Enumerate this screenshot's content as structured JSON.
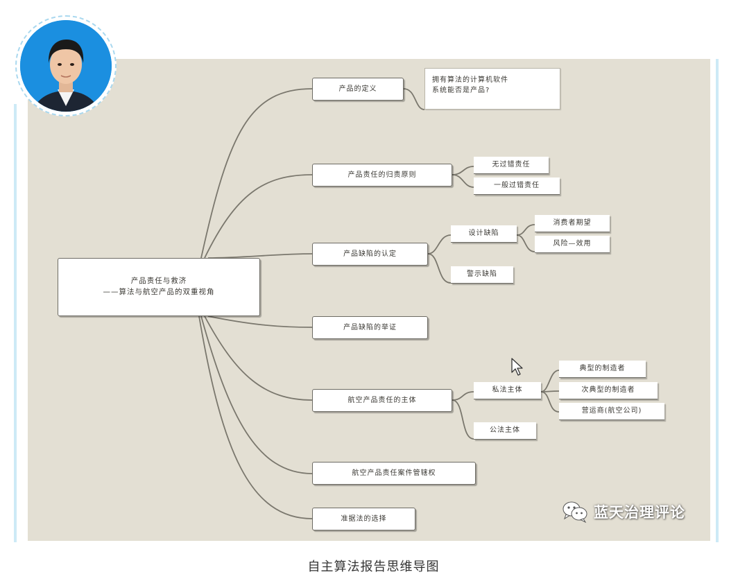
{
  "mindmap": {
    "root": {
      "line1": "产品责任与救济",
      "line2": "——算法与航空产品的双重视角"
    },
    "definition": {
      "label": "产品的定义",
      "note_line1": "拥有算法的计算机软件",
      "note_line2": "系统能否是产品?"
    },
    "liability_principle": {
      "label": "产品责任的归责原则",
      "children": [
        "无过错责任",
        "一般过错责任"
      ]
    },
    "defect_identification": {
      "label": "产品缺陷的认定",
      "design_defect": {
        "label": "设计缺陷",
        "children": [
          "消费者期望",
          "风险—效用"
        ]
      },
      "warning_defect": {
        "label": "警示缺陷"
      }
    },
    "defect_proof": {
      "label": "产品缺陷的举证"
    },
    "aviation_subject": {
      "label": "航空产品责任的主体",
      "private_subject": {
        "label": "私法主体",
        "children": [
          "典型的制造者",
          "次典型的制造者",
          "营运商(航空公司)"
        ]
      },
      "public_subject": {
        "label": "公法主体"
      }
    },
    "jurisdiction": {
      "label": "航空产品责任案件管辖权"
    },
    "governing_law": {
      "label": "准据法的选择"
    }
  },
  "watermark": {
    "text": "蓝天治理评论",
    "icon": "wechat-icon"
  },
  "caption": "自主算法报告思维导图",
  "colors": {
    "canvas_bg": "#e3dfd3",
    "frame_line": "#cdeaf6",
    "avatar_bg": "#1b8fe0",
    "link": "#7a776d"
  }
}
